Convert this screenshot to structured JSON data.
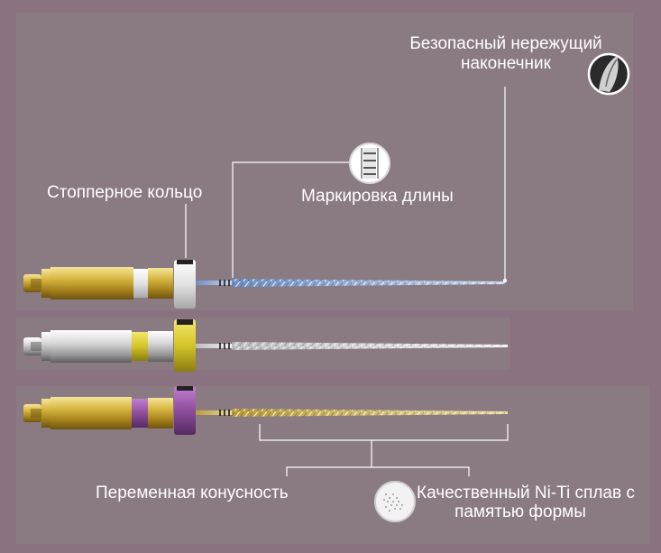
{
  "labels": {
    "tip_line1": "Безопасный нережущий",
    "tip_line2": "наконечник",
    "stopper": "Стопперное кольцо",
    "marking": "Маркировка длины",
    "taper": "Переменная конусность",
    "alloy_line1": "Качественный Ni-Ti сплав с",
    "alloy_line2": "памятью формы"
  },
  "colors": {
    "background": "#8a7280",
    "panel": "#8a7a82",
    "gold": "#c9a93a",
    "silver": "#c8c8c8",
    "stopper_white": "#e6e6e6",
    "stopper_yellow": "#d4c42a",
    "stopper_purple": "#8e4d9c",
    "callout_line": "#ffffff"
  },
  "icons": [
    "tip-icon",
    "marking-icon",
    "alloy-icon"
  ]
}
